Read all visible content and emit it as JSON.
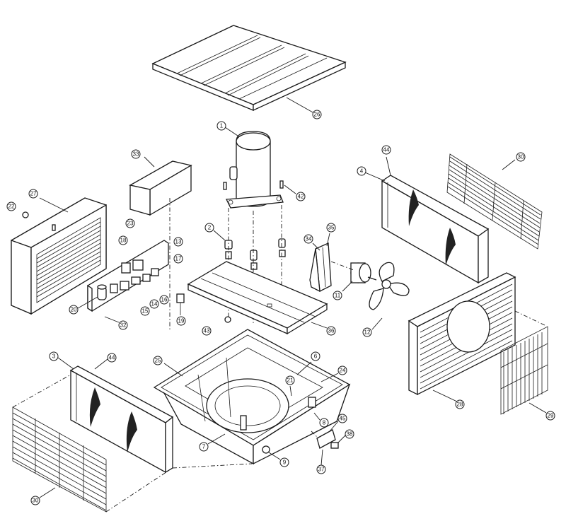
{
  "callouts": [
    {
      "id": "c26",
      "label": "26"
    },
    {
      "id": "c1",
      "label": "1"
    },
    {
      "id": "c33",
      "label": "33"
    },
    {
      "id": "c42",
      "label": "42"
    },
    {
      "id": "c44a",
      "label": "44"
    },
    {
      "id": "c30a",
      "label": "30"
    },
    {
      "id": "c4",
      "label": "4"
    },
    {
      "id": "c27",
      "label": "27"
    },
    {
      "id": "c22",
      "label": "22"
    },
    {
      "id": "c23",
      "label": "23"
    },
    {
      "id": "c2",
      "label": "2"
    },
    {
      "id": "c34",
      "label": "34"
    },
    {
      "id": "c35",
      "label": "35"
    },
    {
      "id": "c18",
      "label": "18"
    },
    {
      "id": "c13",
      "label": "13"
    },
    {
      "id": "c17",
      "label": "17"
    },
    {
      "id": "c20",
      "label": "20"
    },
    {
      "id": "c14",
      "label": "14"
    },
    {
      "id": "c15",
      "label": "15"
    },
    {
      "id": "c16",
      "label": "16"
    },
    {
      "id": "c32",
      "label": "32"
    },
    {
      "id": "c19",
      "label": "19"
    },
    {
      "id": "c11",
      "label": "11"
    },
    {
      "id": "c12",
      "label": "12"
    },
    {
      "id": "c43",
      "label": "43"
    },
    {
      "id": "c36",
      "label": "36"
    },
    {
      "id": "c3",
      "label": "3"
    },
    {
      "id": "c44b",
      "label": "44"
    },
    {
      "id": "c25",
      "label": "25"
    },
    {
      "id": "c6",
      "label": "6"
    },
    {
      "id": "c24",
      "label": "24"
    },
    {
      "id": "c21",
      "label": "21"
    },
    {
      "id": "c28",
      "label": "28"
    },
    {
      "id": "c29",
      "label": "29"
    },
    {
      "id": "c8",
      "label": "8"
    },
    {
      "id": "c45",
      "label": "45"
    },
    {
      "id": "c38",
      "label": "38"
    },
    {
      "id": "c7",
      "label": "7"
    },
    {
      "id": "c9",
      "label": "9"
    },
    {
      "id": "c37",
      "label": "37"
    },
    {
      "id": "c30b",
      "label": "30"
    }
  ]
}
